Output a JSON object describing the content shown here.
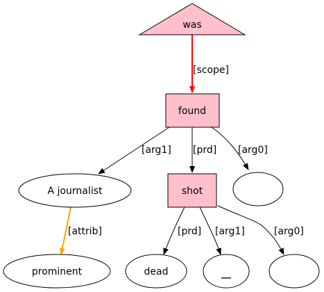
{
  "graph": {
    "nodes": {
      "was": {
        "label": "was",
        "shape": "triangle",
        "fill": "#ffc0cb"
      },
      "found": {
        "label": "found",
        "shape": "box",
        "fill": "#ffc0cb"
      },
      "journalist": {
        "label": "A journalist",
        "shape": "ellipse",
        "fill": "#ffffff"
      },
      "shot": {
        "label": "shot",
        "shape": "box",
        "fill": "#ffc0cb"
      },
      "found_arg0": {
        "label": "",
        "shape": "ellipse",
        "fill": "#ffffff"
      },
      "prominent": {
        "label": "prominent",
        "shape": "ellipse",
        "fill": "#ffffff"
      },
      "dead": {
        "label": "dead",
        "shape": "ellipse",
        "fill": "#ffffff"
      },
      "blank": {
        "label": "__",
        "shape": "ellipse",
        "fill": "#ffffff"
      },
      "shot_arg0": {
        "label": "",
        "shape": "ellipse",
        "fill": "#ffffff"
      }
    },
    "edges": {
      "was_found": {
        "label": "[scope]",
        "color": "#ff0000"
      },
      "found_journalist": {
        "label": "[arg1]",
        "color": "#000000"
      },
      "found_shot": {
        "label": "[prd]",
        "color": "#000000"
      },
      "found_arg0": {
        "label": "[arg0]",
        "color": "#000000"
      },
      "journalist_prominent": {
        "label": "[attrib]",
        "color": "#ffa500"
      },
      "shot_dead": {
        "label": "[prd]",
        "color": "#000000"
      },
      "shot_blank": {
        "label": "[arg1]",
        "color": "#000000"
      },
      "shot_arg0": {
        "label": "[arg0]",
        "color": "#000000"
      }
    }
  }
}
